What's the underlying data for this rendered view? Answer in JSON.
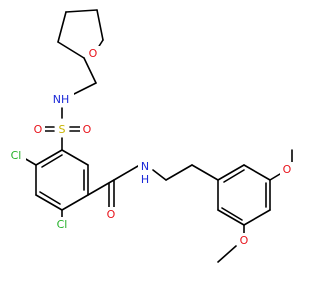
{
  "colors": {
    "bond": "#000000",
    "O": "#e8141c",
    "N": "#1c2ad8",
    "S": "#c8b400",
    "Cl": "#25b12a",
    "background": "#ffffff"
  },
  "labels": {
    "o_ring": "O",
    "nh_sulfonamide": "NH",
    "sulfur": "S",
    "o_sulfonyl_left": "O",
    "o_sulfonyl_right": "O",
    "cl_upper": "Cl",
    "cl_lower": "Cl",
    "nh_amide": "N",
    "h_amide": "H",
    "o_carbonyl": "O",
    "o_methoxy_upper": "O",
    "o_methoxy_lower": "O"
  }
}
